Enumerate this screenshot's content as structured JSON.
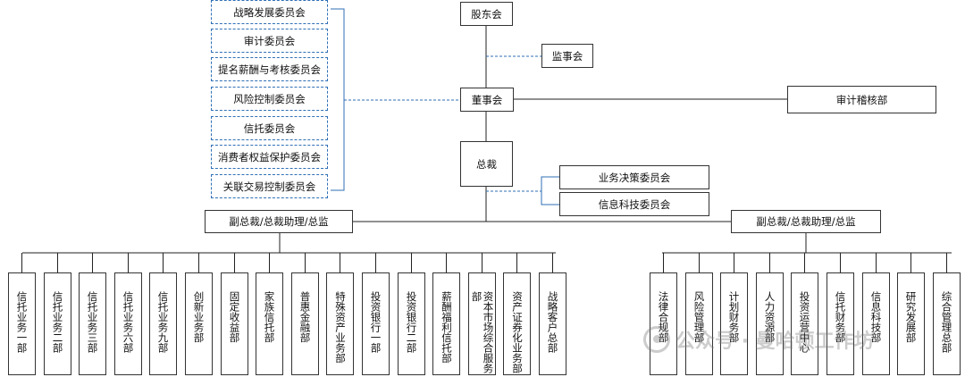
{
  "nodes": {
    "shareholders": "股东会",
    "supervisors": "监事会",
    "board": "董事会",
    "audit_dept": "审计稽核部",
    "president": "总裁",
    "vp_left": "副总裁/总裁助理/总监",
    "vp_right": "副总裁/总裁助理/总监"
  },
  "board_committees": [
    "战略发展委员会",
    "审计委员会",
    "提名薪酬与考核委员会",
    "风险控制委员会",
    "信托委员会",
    "消费者权益保护委员会",
    "关联交易控制委员会"
  ],
  "president_committees": [
    "业务决策委员会",
    "信息科技委员会"
  ],
  "left_departments": [
    "信托业务一部",
    "信托业务二部",
    "信托业务三部",
    "信托业务六部",
    "信托业务九部",
    "创新业务部",
    "固定收益部",
    "家族信托部",
    "普惠金融部",
    "特殊资产业务部",
    "投资银行一部",
    "投资银行二部",
    "薪酬福利信托部",
    "资本市场综合服务部",
    "资产证券化业务部",
    "战略客户总部"
  ],
  "right_departments": [
    "法律合规部",
    "风险管理部",
    "计划财务部",
    "人力资源部",
    "投资运营中心",
    "信托财务部",
    "信息科技部",
    "研究发展部",
    "综合管理总部"
  ],
  "watermark": "公众号 · 曼哈顿工作坊",
  "colors": {
    "line": "#222222",
    "dashed": "#2f6fb6"
  }
}
